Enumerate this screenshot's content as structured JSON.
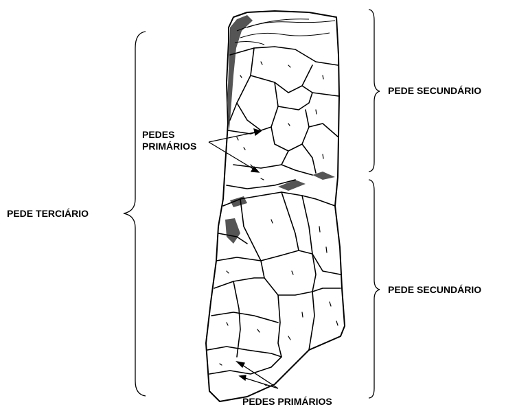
{
  "labels": {
    "pede_secundario_top": "PEDE SECUNDÁRIO",
    "pede_secundario_bottom": "PEDE SECUNDÁRIO",
    "pede_terciario": "PEDE TERCIÁRIO",
    "pedes_primarios_top_line1": "PEDES",
    "pedes_primarios_top_line2": "PRIMÁRIOS",
    "pedes_primarios_bottom": "PEDES PRIMÁRIOS"
  },
  "colors": {
    "ink": "#000000",
    "shading": "#555555",
    "background": "#ffffff"
  }
}
